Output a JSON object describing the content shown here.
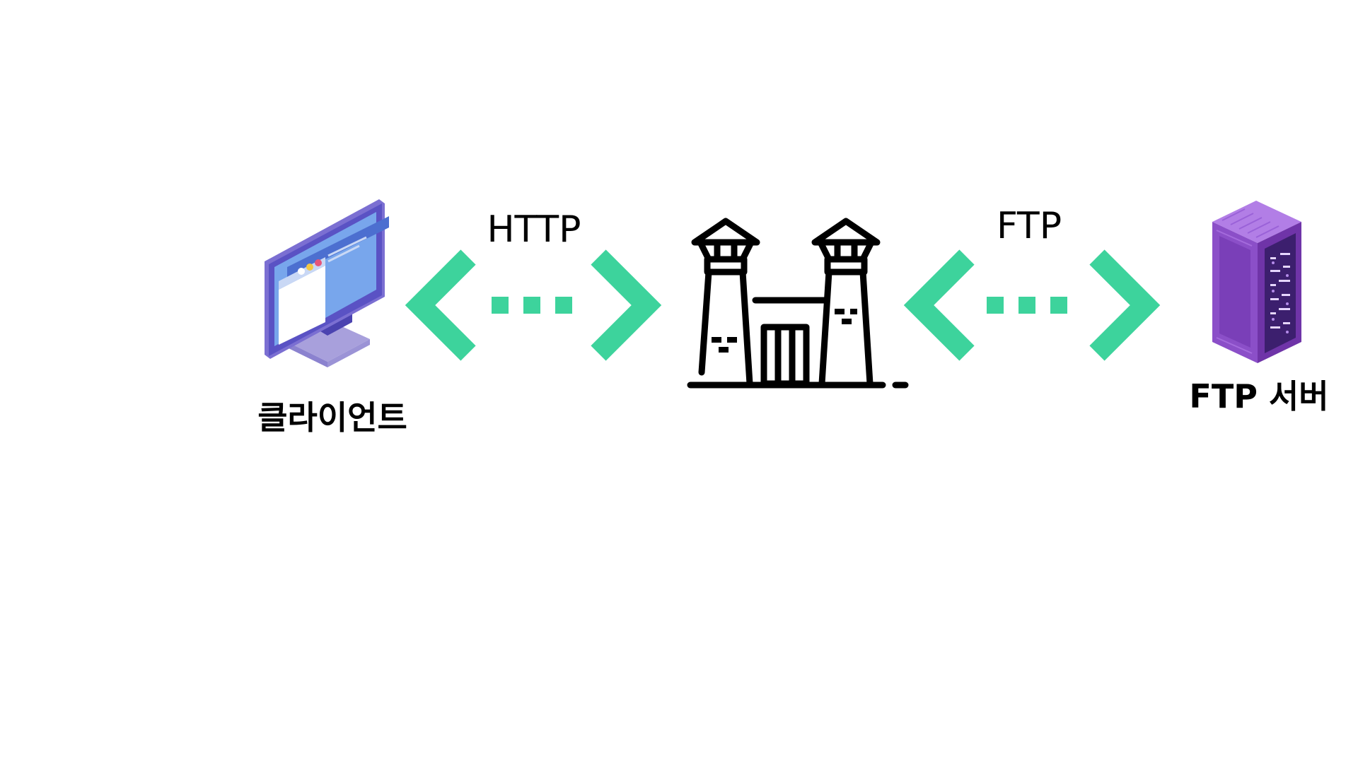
{
  "nodes": {
    "client": {
      "label": "클라이언트"
    },
    "proxy": {
      "label": ""
    },
    "server": {
      "label": "FTP 서버"
    }
  },
  "links": [
    {
      "from": "client",
      "to": "proxy",
      "label": "HTTP"
    },
    {
      "from": "proxy",
      "to": "server",
      "label": "FTP"
    }
  ],
  "colors": {
    "arrow": "#3dd39c",
    "icon_stroke": "#000000",
    "monitor_frame": "#5a52c4",
    "monitor_screen": "#78a6ec",
    "server_body": "#8b4fc8"
  },
  "icons": {
    "client": "desktop-monitor-icon",
    "proxy": "fortress-gate-icon",
    "server": "server-rack-icon"
  }
}
